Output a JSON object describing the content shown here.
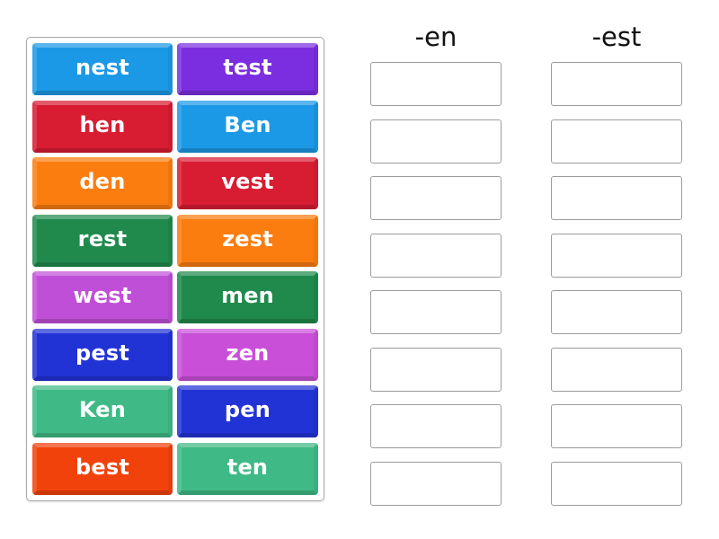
{
  "activity": {
    "type": "group-sort",
    "groups": [
      {
        "heading": "-en",
        "slot_count": 8
      },
      {
        "heading": "-est",
        "slot_count": 8
      }
    ]
  },
  "tiles": [
    {
      "label": "nest",
      "color": "#1c99e6"
    },
    {
      "label": "test",
      "color": "#7b2ee0"
    },
    {
      "label": "hen",
      "color": "#d81d33"
    },
    {
      "label": "Ben",
      "color": "#1c99e6"
    },
    {
      "label": "den",
      "color": "#fb7d10"
    },
    {
      "label": "vest",
      "color": "#d81d33"
    },
    {
      "label": "rest",
      "color": "#1f8a4c"
    },
    {
      "label": "zest",
      "color": "#fb7d10"
    },
    {
      "label": "west",
      "color": "#c04fd8"
    },
    {
      "label": "men",
      "color": "#1f8a4c"
    },
    {
      "label": "pest",
      "color": "#2233d6"
    },
    {
      "label": "zen",
      "color": "#c94fd8"
    },
    {
      "label": "Ken",
      "color": "#3fba86"
    },
    {
      "label": "pen",
      "color": "#2233d6"
    },
    {
      "label": "best",
      "color": "#f2420b"
    },
    {
      "label": "ten",
      "color": "#3fba86"
    }
  ]
}
